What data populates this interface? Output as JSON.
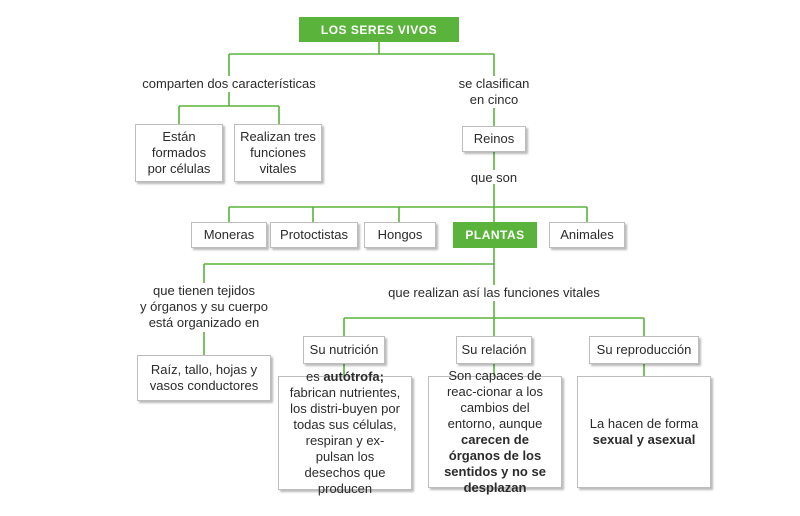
{
  "root": "LOS SERES VIVOS",
  "left_branch": {
    "label": "comparten dos características",
    "box1": [
      "Están",
      "formados",
      "por células"
    ],
    "box2": [
      "Realizan tres",
      "funciones",
      "vitales"
    ]
  },
  "right_branch": {
    "label": [
      "se clasifican",
      "en cinco"
    ],
    "reinos": "Reinos",
    "que_son": "que son",
    "kingdoms": [
      "Moneras",
      "Protoctistas",
      "Hongos",
      "PLANTAS",
      "Animales"
    ]
  },
  "plantas_left": {
    "label": [
      "que tienen tejidos",
      "y órganos y su cuerpo",
      "está organizado en"
    ],
    "box": [
      "Raíz, tallo, hojas y",
      "vasos conductores"
    ]
  },
  "plantas_right": {
    "label": "que realizan así las funciones vitales",
    "funcs": [
      "Su nutrición",
      "Su relación",
      "Su reproducción"
    ],
    "nutricion": {
      "pre": "es ",
      "bold": "autótrofa;",
      "rest": " fabrican nutrientes, los distri-buyen por todas sus células, respiran y ex-pulsan los desechos que producen"
    },
    "relacion": {
      "pre": "Son capaces de reac-cionar a los cambios del entorno, aunque ",
      "bold": "carecen de órganos de los sentidos y no se desplazan"
    },
    "reproduccion": {
      "pre": "La hacen de forma ",
      "bold": "sexual y asexual"
    }
  },
  "colors": {
    "accent": "#5ab33b",
    "border": "#bdbdbd"
  }
}
